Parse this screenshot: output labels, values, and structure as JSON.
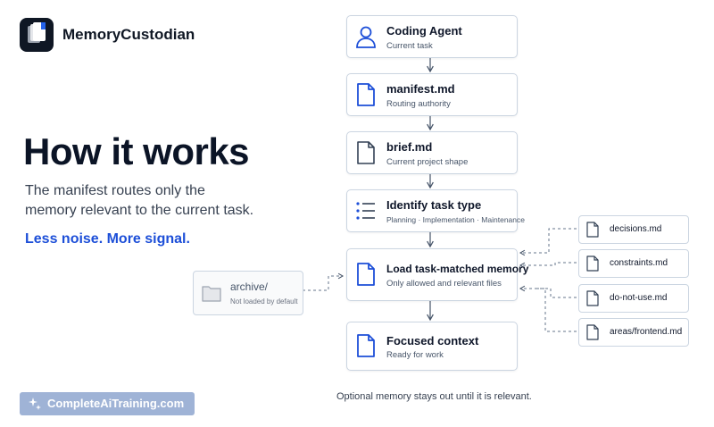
{
  "brand": {
    "name": "MemoryCustodian"
  },
  "hero": {
    "headline": "How it works",
    "subtitle_line1": "The manifest routes only the",
    "subtitle_line2": "memory relevant to the current task.",
    "tagline": "Less noise. More signal."
  },
  "flow": [
    {
      "title": "Coding Agent",
      "subtitle": "Current task",
      "icon": "user-icon"
    },
    {
      "title": "manifest.md",
      "subtitle": "Routing authority",
      "icon": "document-icon"
    },
    {
      "title": "brief.md",
      "subtitle": "Current project shape",
      "icon": "document-icon"
    },
    {
      "title": "Identify task type",
      "subtitle": "Planning · Implementation · Maintenance",
      "icon": "list-icon"
    },
    {
      "title": "Load task-matched memory",
      "subtitle": "Only allowed and relevant files",
      "icon": "document-icon"
    },
    {
      "title": "Focused context",
      "subtitle": "Ready for work",
      "icon": "document-icon"
    }
  ],
  "memory_files": [
    "decisions.md",
    "constraints.md",
    "do-not-use.md",
    "areas/frontend.md"
  ],
  "archive": {
    "title": "archive/",
    "subtitle": "Not loaded by default",
    "icon": "folder-icon"
  },
  "footnote": "Optional memory stays out until it is relevant.",
  "watermark": {
    "text": "CompleteAiTraining.com"
  },
  "colors": {
    "accent": "#1d4fd8",
    "border": "#cbd5e1",
    "arrow": "#475569",
    "badge": "#9fb3d6"
  }
}
